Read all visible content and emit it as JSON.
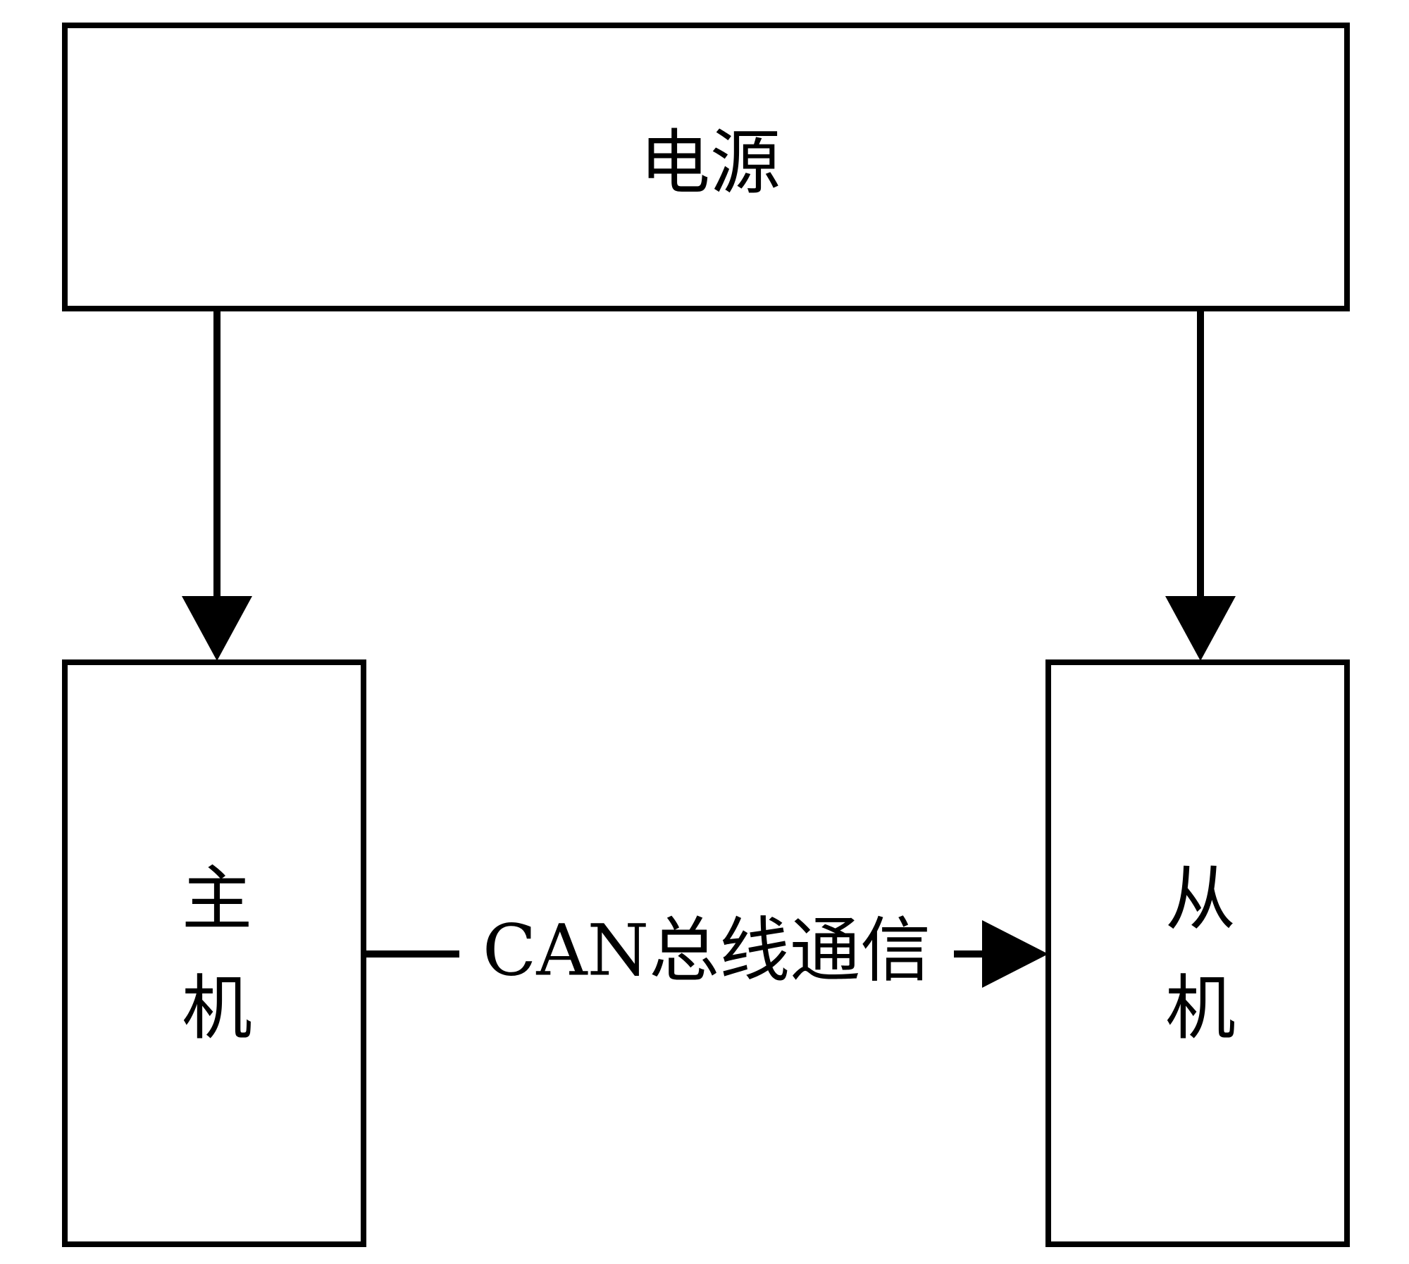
{
  "diagram": {
    "nodes": {
      "power": {
        "label": "电源"
      },
      "master": {
        "label_line1": "主",
        "label_line2": "机"
      },
      "slave": {
        "label_line1": "从",
        "label_line2": "机"
      }
    },
    "edges": {
      "power_to_master": {
        "from": "power",
        "to": "master"
      },
      "power_to_slave": {
        "from": "power",
        "to": "slave"
      },
      "master_to_slave": {
        "from": "master",
        "to": "slave",
        "label": "CAN总线通信"
      }
    },
    "colors": {
      "stroke": "#000000",
      "background": "#ffffff"
    }
  }
}
